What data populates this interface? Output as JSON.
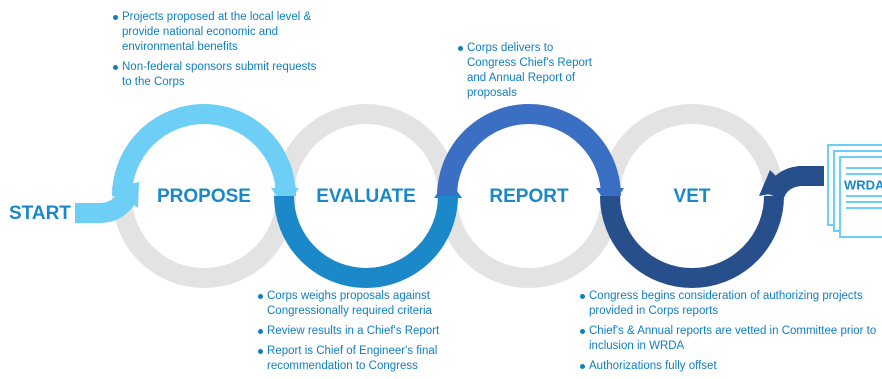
{
  "start_label": "START",
  "document_label": "WRDA",
  "stages": [
    {
      "id": "propose",
      "label": "PROPOSE",
      "color": "#6dcff6"
    },
    {
      "id": "evaluate",
      "label": "EVALUATE",
      "color": "#1a88c9"
    },
    {
      "id": "report",
      "label": "REPORT",
      "color": "#3a6fc4"
    },
    {
      "id": "vet",
      "label": "VET",
      "color": "#264f8c"
    }
  ],
  "notes": {
    "propose": [
      "Projects proposed at the local level & provide national economic and environmental benefits",
      "Non-federal sponsors submit requests to the Corps"
    ],
    "report": [
      "Corps delivers to Congress Chief's Report and Annual Report of proposals"
    ],
    "evaluate": [
      "Corps weighs proposals against Congressionally required criteria",
      "Review results in a Chief's Report",
      "Report is Chief of Engineer's final recommendation to Congress"
    ],
    "vet": [
      "Congress begins consideration of authorizing projects provided in Corps reports",
      "Chief's & Annual reports are vetted in Committee prior to inclusion in WRDA",
      "Authorizations fully offset"
    ]
  },
  "colors": {
    "ring_gray": "#e3e3e3",
    "text_blue": "#1a88c9",
    "start_arrow": "#6dcff6",
    "wrda_arrow": "#264f8c"
  }
}
